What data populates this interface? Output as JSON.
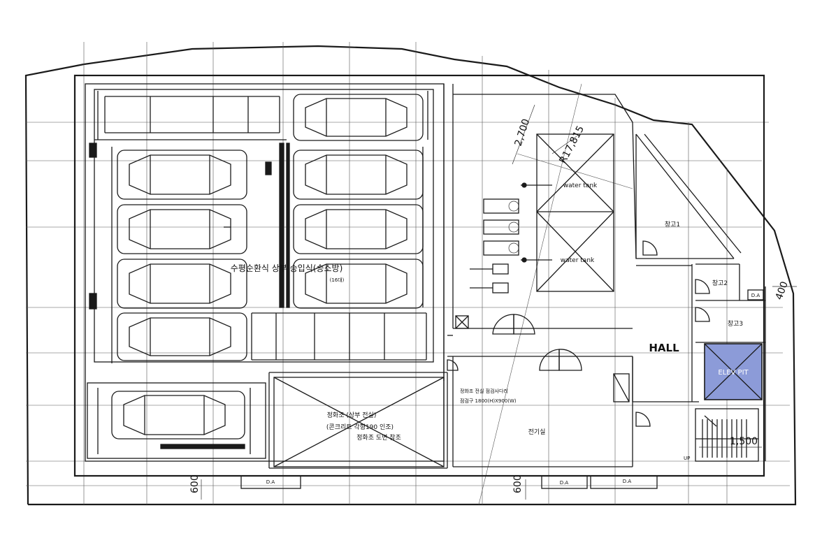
{
  "labels": {
    "parking_system": "수평순환식 상부 승입식(승소방)",
    "parking_count": "(16대)",
    "water_tank_1": "water tank",
    "water_tank_2": "water tank",
    "storage_1": "창고1",
    "storage_2": "창고2",
    "storage_3": "창고3",
    "hall": "HALL",
    "elev_pit": "ELEV PIT",
    "septic_line1": "정화조 (상부 전실)",
    "septic_line2": "(콘크리트 각형190 인조)",
    "septic_line3": "정화조 도면 참조",
    "electric_note1": "정화조 전실 점검사다리",
    "electric_note2": "점검구 1800(H)X900(W)",
    "electric_room": "전기실",
    "up": "UP",
    "da_1": "D.A",
    "da_2": "D.A",
    "da_3": "D.A",
    "da_4": "D.A"
  },
  "dimensions": {
    "dim_2700": "2,700",
    "dim_r17815": "R17,815",
    "dim_400": "400",
    "dim_600_left": "600",
    "dim_600_mid": "600",
    "dim_1500": "1,500"
  },
  "colors": {
    "line": "#1a1a1a",
    "elevator_pit_fill": "#8c9bd8",
    "background": "#ffffff"
  }
}
